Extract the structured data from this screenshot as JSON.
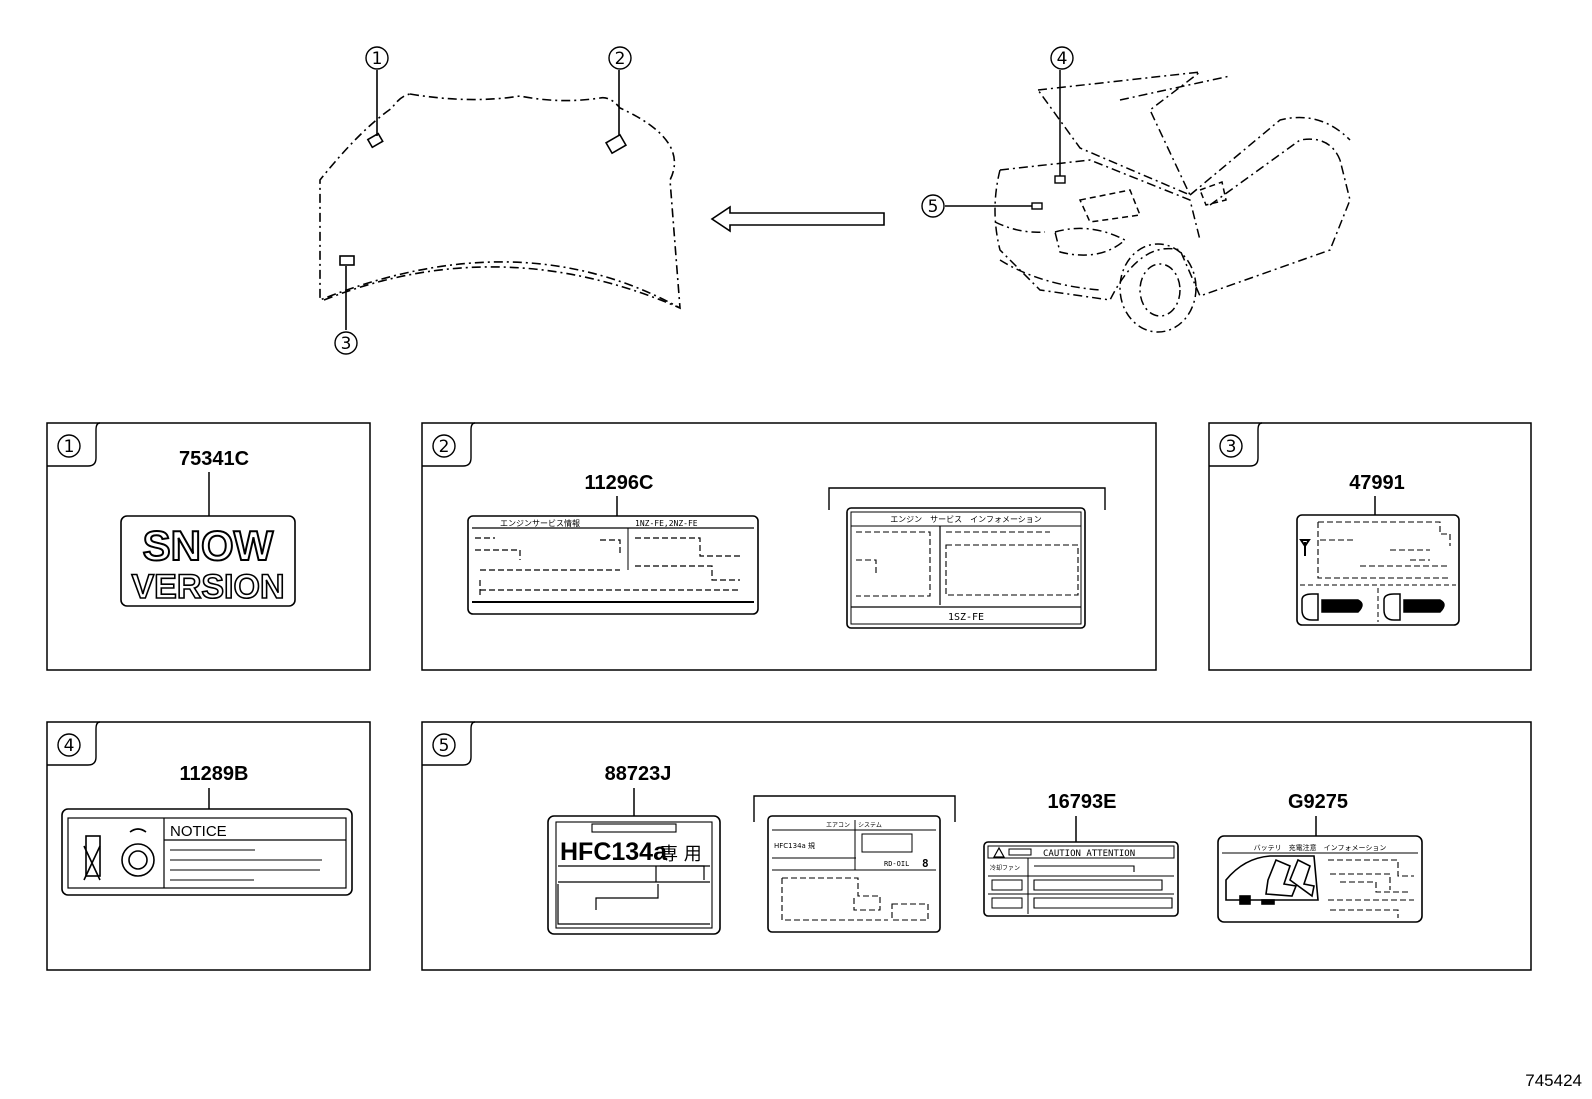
{
  "diagram_id": "745424",
  "callouts": {
    "c1": "1",
    "c2": "2",
    "c3": "3",
    "c4": "4",
    "c5": "5"
  },
  "panels": {
    "p1": {
      "badge": "1",
      "part": "75341C",
      "label_lines": [
        "SNOW",
        "VERSION"
      ]
    },
    "p2": {
      "badge": "2",
      "part": "11296C",
      "labelA": {
        "left": "エンジンサービス情報",
        "right": "1NZ-FE,2NZ-FE"
      },
      "labelB": {
        "header": "エンジン　サービス　インフォメーション",
        "footer": "1SZ-FE"
      }
    },
    "p3": {
      "badge": "3",
      "part": "47991"
    },
    "p4": {
      "badge": "4",
      "part": "11289B",
      "notice": "NOTICE"
    },
    "p5": {
      "badge": "5",
      "partA": "88723J",
      "labelA": {
        "main": "HFC134a",
        "jp": "専 用"
      },
      "labelB": {
        "header_a": "エアコン",
        "header_b": "システム",
        "row1": "HFC134a 規",
        "row2": "RD-OIL",
        "row2_val": "8"
      },
      "partC": "16793E",
      "labelC": {
        "header": "CAUTION  ATTENTION",
        "row1": "冷却ファン"
      },
      "partD": "G9275",
      "labelD": {
        "header": "バッテリ　充電注意　インフォメーション"
      }
    }
  }
}
